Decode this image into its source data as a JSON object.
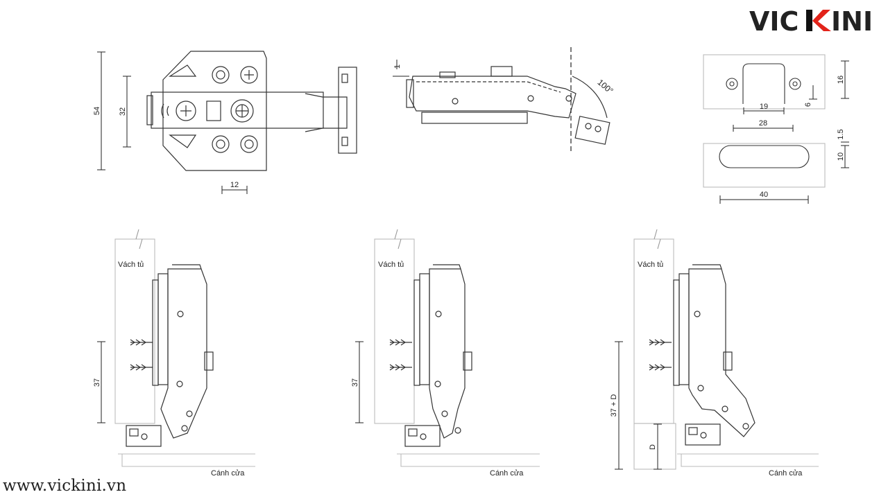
{
  "brand": {
    "name": "VICKINI",
    "part_left": "VIC",
    "part_right": "INI",
    "accent": "#e2231a",
    "ink": "#111111"
  },
  "website": "www.vickini.vn",
  "top_views": {
    "front": {
      "dim_height": "54",
      "dim_cup_spacing": "32",
      "dim_cup_offset": "12"
    },
    "side": {
      "dim_gap": "1",
      "opening_angle": "100°"
    },
    "mounting_plate": {
      "dim_width_inner": "19",
      "dim_height": "16",
      "dim_offset": "6",
      "dim_width_outer": "28"
    },
    "cup_hole": {
      "dim_length": "40",
      "dim_width": "10",
      "dim_depth": "1.5"
    }
  },
  "installations": [
    {
      "cabinet_label": "Vách tủ",
      "door_label": "",
      "dim_overlay": "37",
      "dim_d": ""
    },
    {
      "cabinet_label": "Vách tủ",
      "door_label": "Cánh cửa",
      "dim_overlay": "37",
      "dim_d": ""
    },
    {
      "cabinet_label": "Vách tủ",
      "door_label": "Cánh cửa",
      "dim_overlay": "37 + D",
      "dim_d": "D"
    }
  ],
  "door_label_first": "Cánh cửa"
}
